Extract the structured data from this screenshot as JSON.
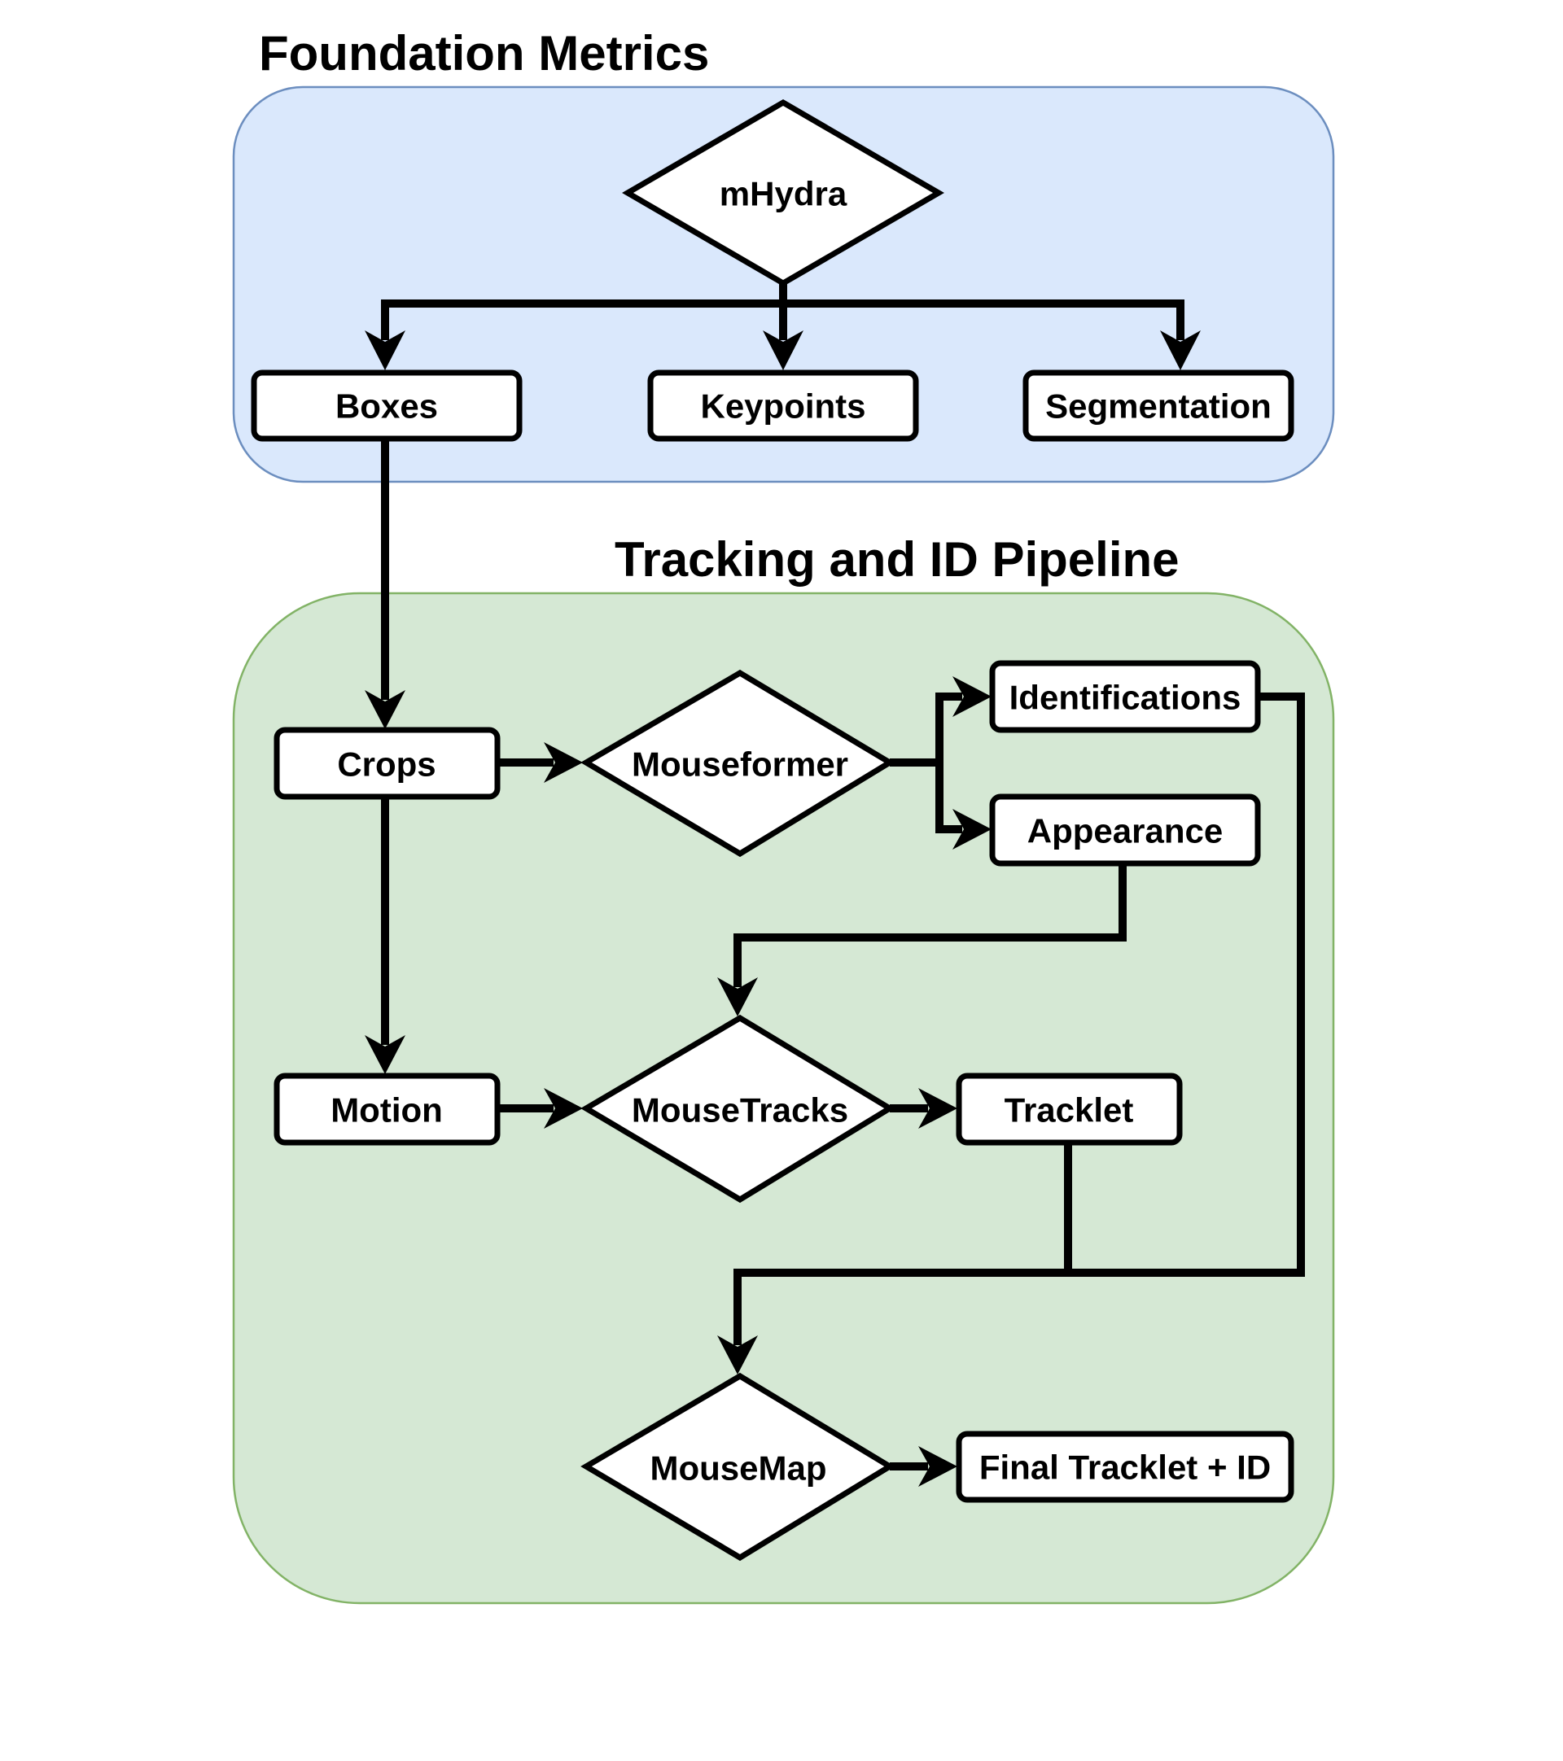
{
  "groups": {
    "foundation": {
      "title": "Foundation Metrics",
      "fill": "#dae8fc",
      "stroke": "#6c8ebf"
    },
    "tracking": {
      "title": "Tracking and ID Pipeline",
      "fill": "#d5e8d4",
      "stroke": "#82b366"
    }
  },
  "nodes": {
    "mhydra": {
      "label": "mHydra",
      "shape": "diamond"
    },
    "boxes": {
      "label": "Boxes",
      "shape": "box"
    },
    "keypoints": {
      "label": "Keypoints",
      "shape": "box"
    },
    "segmentation": {
      "label": "Segmentation",
      "shape": "box"
    },
    "crops": {
      "label": "Crops",
      "shape": "box"
    },
    "mouseformer": {
      "label": "Mouseformer",
      "shape": "diamond"
    },
    "identifications": {
      "label": "Identifications",
      "shape": "box"
    },
    "appearance": {
      "label": "Appearance",
      "shape": "box"
    },
    "motion": {
      "label": "Motion",
      "shape": "box"
    },
    "mousetracks": {
      "label": "MouseTracks",
      "shape": "diamond"
    },
    "tracklet": {
      "label": "Tracklet",
      "shape": "box"
    },
    "mousemap": {
      "label": "MouseMap",
      "shape": "diamond"
    },
    "final": {
      "label": "Final Tracklet + ID",
      "shape": "box"
    }
  },
  "edges": [
    {
      "from": "mhydra",
      "to": "boxes"
    },
    {
      "from": "mhydra",
      "to": "keypoints"
    },
    {
      "from": "mhydra",
      "to": "segmentation"
    },
    {
      "from": "boxes",
      "to": "crops"
    },
    {
      "from": "crops",
      "to": "mouseformer"
    },
    {
      "from": "crops",
      "to": "motion"
    },
    {
      "from": "mouseformer",
      "to": "identifications"
    },
    {
      "from": "mouseformer",
      "to": "appearance"
    },
    {
      "from": "appearance",
      "to": "mousetracks"
    },
    {
      "from": "motion",
      "to": "mousetracks"
    },
    {
      "from": "mousetracks",
      "to": "tracklet"
    },
    {
      "from": "tracklet",
      "to": "mousemap"
    },
    {
      "from": "identifications",
      "to": "mousemap"
    },
    {
      "from": "mousemap",
      "to": "final"
    }
  ]
}
